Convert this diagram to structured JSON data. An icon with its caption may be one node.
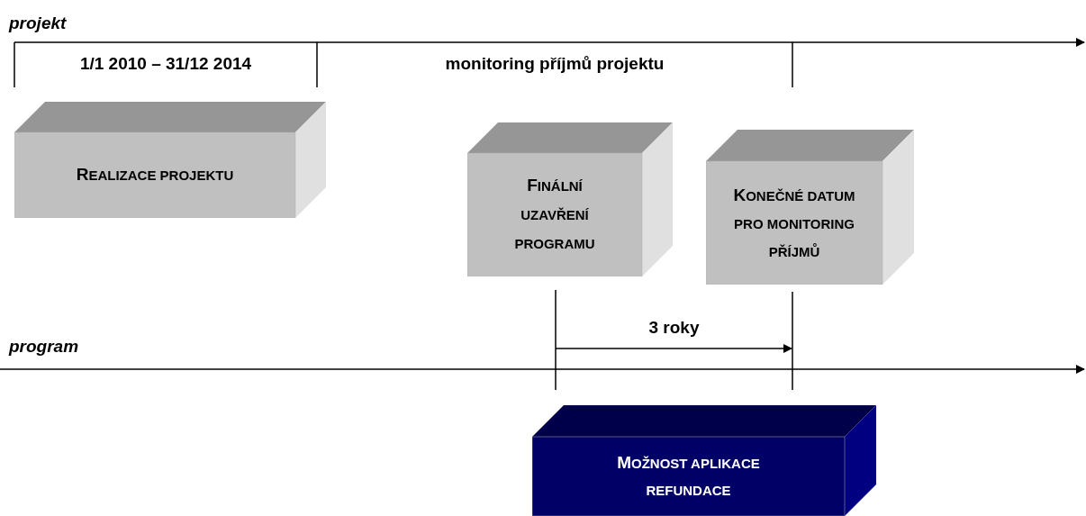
{
  "diagram": {
    "nodes": [
      {
        "text": [
          "REALIZACE PROJEKTU"
        ]
      },
      {
        "text": [
          "FINÁLNÍ UZAVŘENÍ PROGRAMU"
        ]
      },
      {
        "text": [
          "KONEČNÉ DATUM PRO MONITORING PŘÍJMŮ"
        ]
      },
      {
        "text": [
          "MOŽNOST APLIKACE REFUNDACE"
        ]
      }
    ],
    "labels": [
      "projekt",
      "1/1 2010 – 31/12 2014",
      "monitoring příjmů projektu",
      "3 roky",
      "program"
    ]
  }
}
